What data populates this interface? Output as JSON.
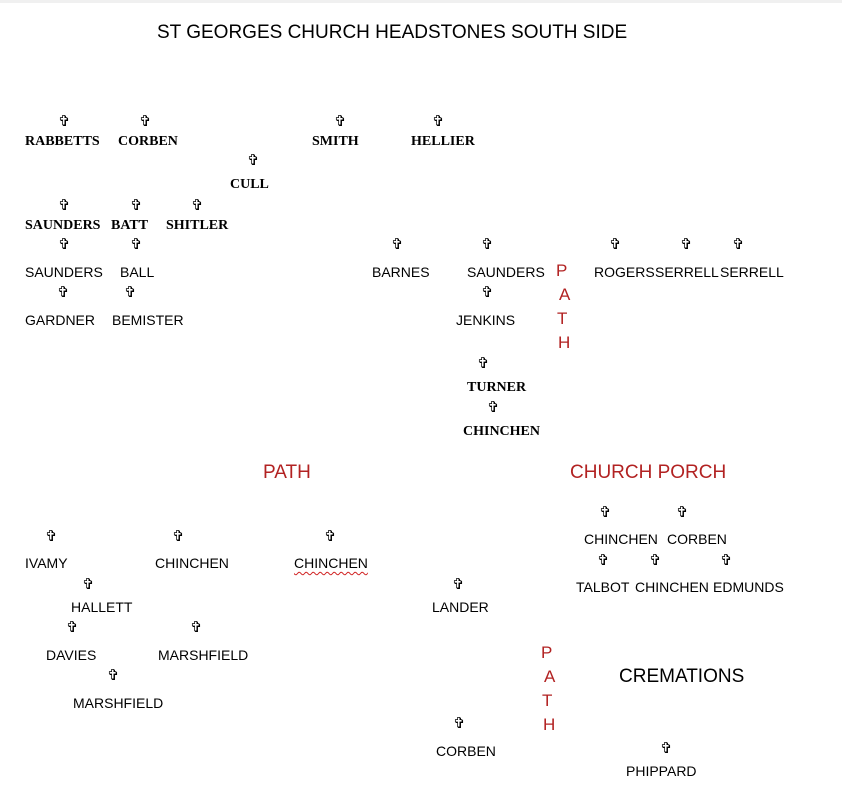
{
  "title": "ST GEORGES CHURCH HEADSTONES SOUTH SIDE",
  "cross_icon": "✞",
  "labels": {
    "path": "PATH",
    "church_porch": "CHURCH PORCH",
    "cremations": "CREMATIONS",
    "path_letters": [
      "P",
      "A",
      "T",
      "H"
    ]
  },
  "headstones": [
    "RABBETTS",
    "CORBEN",
    "SMITH",
    "HELLIER",
    "CULL",
    "SAUNDERS",
    "BATT",
    "SHITLER",
    "SAUNDERS",
    "BALL",
    "BARNES",
    "SAUNDERS",
    "ROGERS",
    "SERRELL",
    "SERRELL",
    "GARDNER",
    "BEMISTER",
    "JENKINS",
    "TURNER",
    "CHINCHEN",
    "IVAMY",
    "CHINCHEN",
    "CHINCHEN",
    "HALLETT",
    "LANDER",
    "DAVIES",
    "MARSHFIELD",
    "MARSHFIELD",
    "CORBEN",
    "CHINCHEN",
    "CORBEN",
    "TALBOT",
    "CHINCHEN",
    "EDMUNDS",
    "PHIPPARD"
  ],
  "colors": {
    "path_text": "#b22222",
    "spell_underline": "#d02020"
  }
}
